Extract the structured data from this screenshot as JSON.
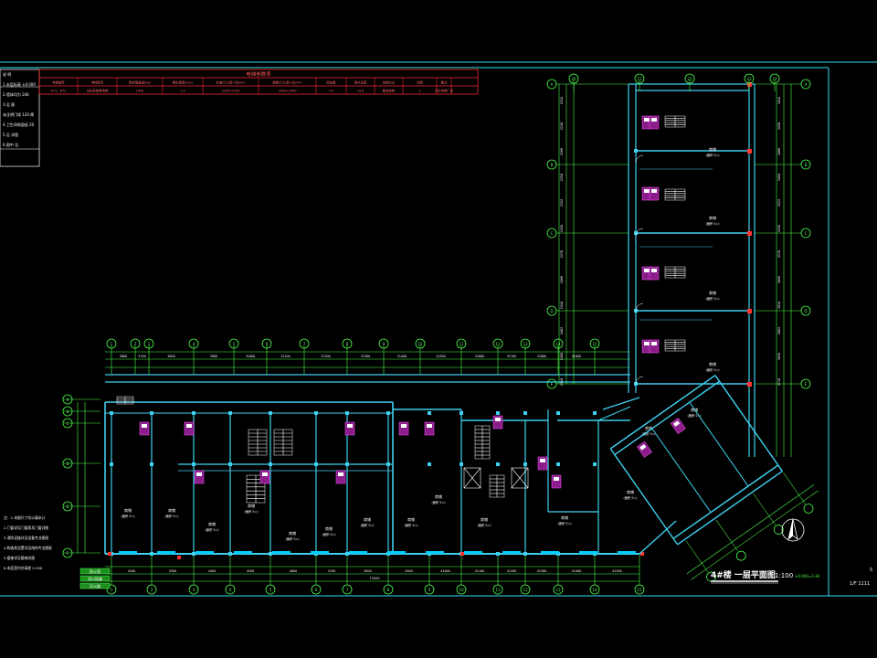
{
  "drawing": {
    "title": "4#楼 一层平面图",
    "scale": "1:100",
    "title_suffix": "±0.000=3.30",
    "sheet_no": "1/F 1111"
  },
  "table": {
    "header": "电梯参数表",
    "row1": [
      "电梯编号",
      "电梯型号",
      "额定载重量(kg)",
      "额定速度(m/s)",
      "井道尺寸(宽×深)mm",
      "轿厢尺寸(宽×深)mm",
      "层站数",
      "提升高度",
      "控制方式",
      "台数",
      "备注"
    ],
    "row2": [
      "DT1、DT2",
      "无机房乘客电梯",
      "1000",
      "1.0",
      "2200×2200",
      "1600×1400",
      "7/7",
      "19.6",
      "集选控制",
      "2",
      "详见电梯厂家"
    ]
  },
  "left_notes": [
    "说 明",
    "1.本层标高 ±0.000",
    "2.墙体均为 240",
    "3.见 图",
    "未注明门垛 120 厚",
    "4.卫生间地面低 20",
    "5.见 详图",
    "6.图中 见"
  ],
  "bottom_notes": [
    "注：1.本图尺寸均以毫米计",
    "2.门窗详见门窗表及门窗详图",
    "3.消防设施详见设备专业图纸",
    "4.构造柱设置详见结构专业图纸",
    "5.楼梯详见楼梯详图",
    "6.本层室内外高差 0.300"
  ],
  "rooms": [
    "商铺",
    "商铺",
    "商铺",
    "商铺",
    "商铺",
    "商铺",
    "商铺",
    "商铺",
    "商铺",
    "商铺",
    "商铺",
    "商铺",
    "商铺"
  ],
  "wing_rooms": [
    "商铺",
    "商铺",
    "商铺",
    "商铺",
    "商铺"
  ],
  "room_area": "(面积 S=)",
  "overall_dimension": "73200",
  "legend": [
    "防火墙",
    "消火栓箱",
    "灭火器"
  ],
  "colors": {
    "wall": "#3fd0f0",
    "dim": "#4cff4c",
    "table": "#ff2a2a",
    "frame": "#2fe0f0",
    "accent": "#ff3333"
  }
}
